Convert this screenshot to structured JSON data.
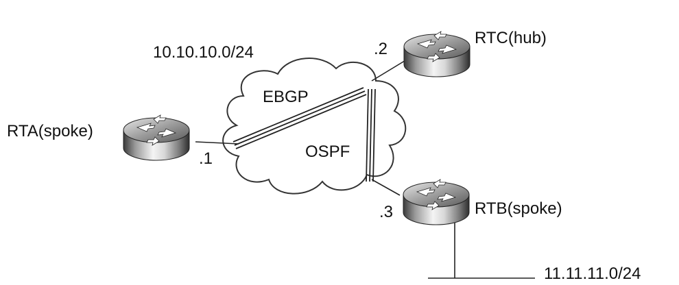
{
  "network": {
    "cloud_subnet": "10.10.10.0/24",
    "lan_subnet": "11.11.11.0/24"
  },
  "routers": {
    "rta": {
      "name": "RTA(spoke)",
      "iface": ".1"
    },
    "rtc": {
      "name": "RTC(hub)",
      "iface": ".2"
    },
    "rtb": {
      "name": "RTB(spoke)",
      "iface": ".3"
    }
  },
  "links": {
    "ebgp": "EBGP",
    "ospf": "OSPF"
  },
  "colors": {
    "cloud_fill": "#ffffff",
    "cloud_stroke": "#333333",
    "line": "#222222",
    "router_dark": "#3a3a3a",
    "router_light": "#f2f2f2"
  }
}
